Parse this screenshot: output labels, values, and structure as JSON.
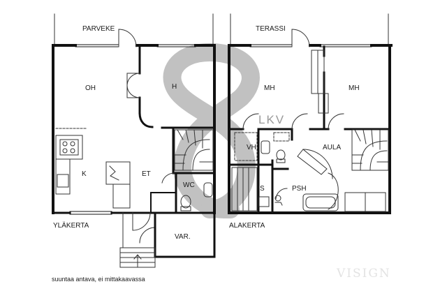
{
  "watermark": {
    "logo_text": "LKV",
    "brand": "VISIGN"
  },
  "upper_floor": {
    "label": "YLÄKERTA",
    "rooms": {
      "balcony": "PARVEKE",
      "living": "OH",
      "bedroom": "H",
      "kitchen": "K",
      "hall": "ET",
      "wc": "WC",
      "storage": "VAR."
    }
  },
  "lower_floor": {
    "label": "ALAKERTA",
    "rooms": {
      "terrace": "TERASSI",
      "bedroom_1": "MH",
      "bedroom_2": "MH",
      "lobby": "AULA",
      "wardrobe": "VH",
      "sauna": "S",
      "washroom": "PSH"
    }
  },
  "footnote": "suuntaa antava, ei mittakaavassa",
  "colors": {
    "wall": "#111111",
    "line": "#333333",
    "logo": "#b5b5b5"
  }
}
